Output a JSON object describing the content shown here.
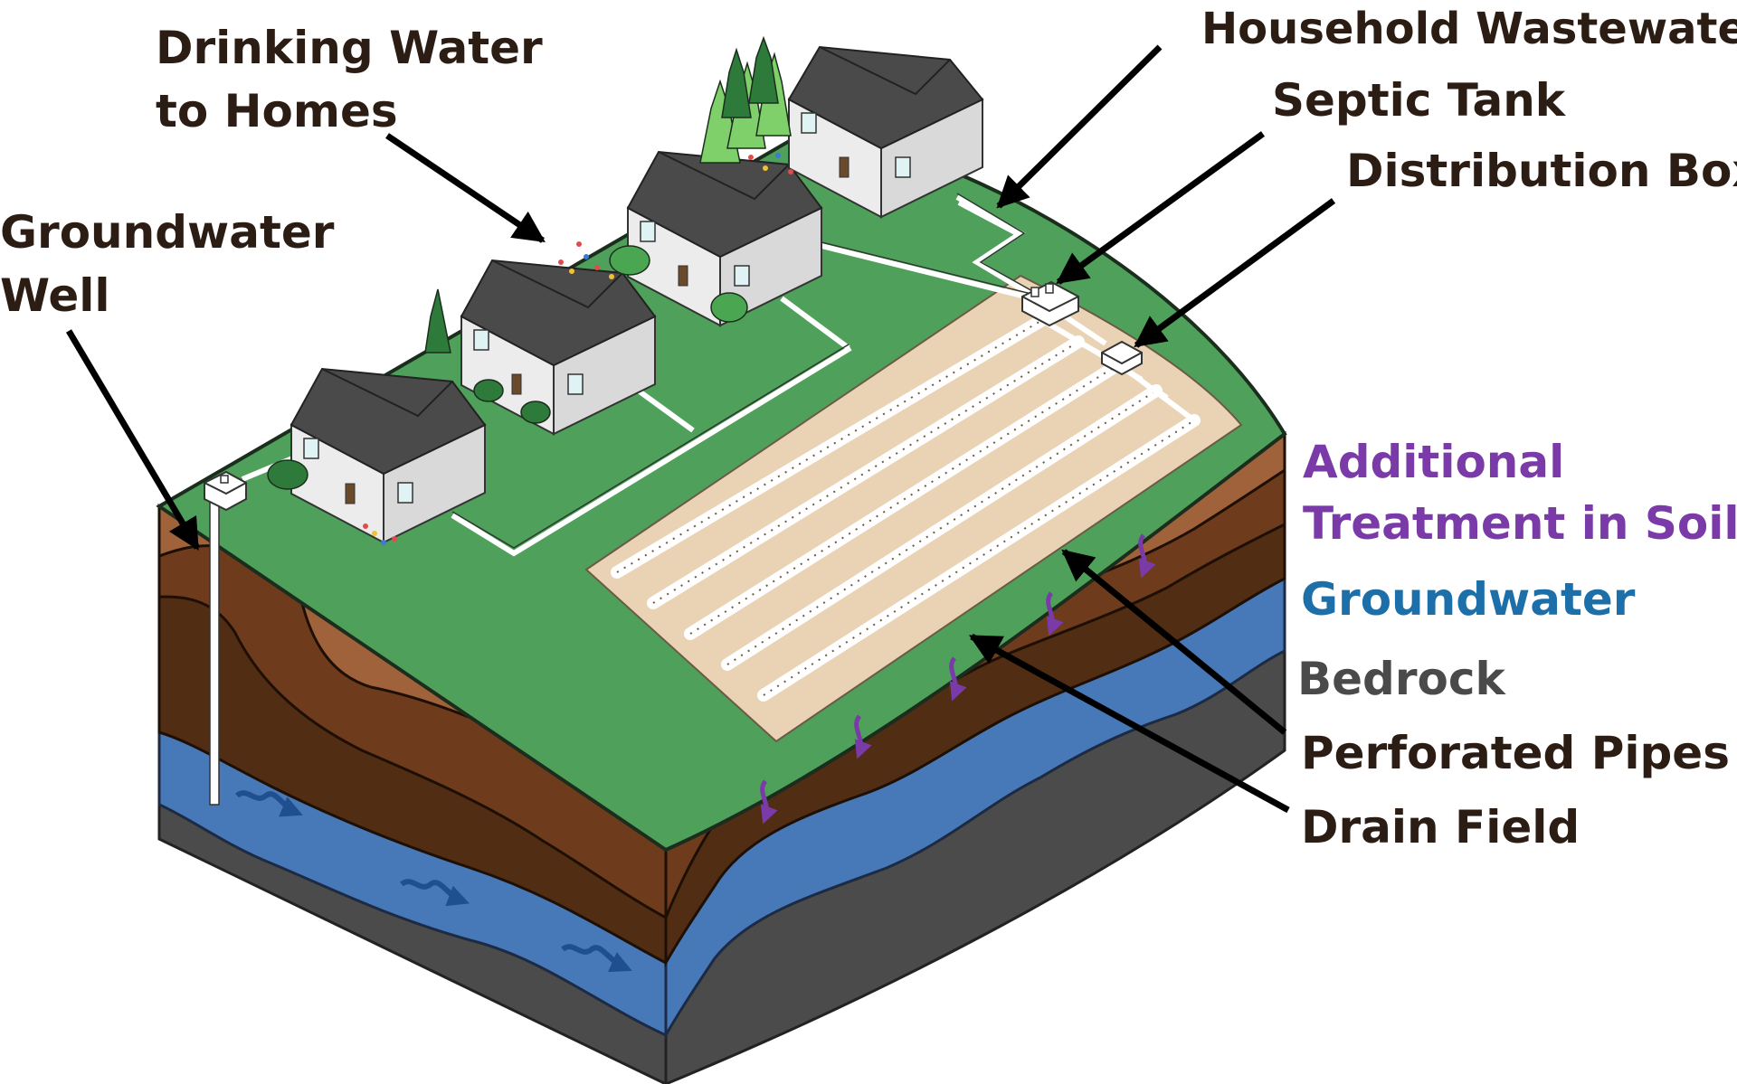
{
  "labels": {
    "drinking_water_line1": "Drinking Water",
    "drinking_water_line2": "to Homes",
    "groundwater_well_line1": "Groundwater",
    "groundwater_well_line2": "Well",
    "household_wastewater": "Household Wastewater",
    "septic_tank": "Septic Tank",
    "distribution_box": "Distribution Box",
    "additional_treatment_line1": "Additional",
    "additional_treatment_line2": "Treatment in Soil",
    "groundwater": "Groundwater",
    "bedrock": "Bedrock",
    "perforated_pipes": "Perforated Pipes",
    "drain_field": "Drain Field"
  },
  "colors": {
    "text_dark": "#2b1d14",
    "treatment_purple": "#7a3aa8",
    "groundwater_blue": "#1c6fa8",
    "bedrock_gray": "#4a4a4a",
    "grass": "#4fa05a",
    "drain_field": "#ead3b4",
    "soil_light": "#a0623a",
    "soil_mid": "#6e3c1c",
    "soil_dark": "#512d14",
    "water": "#4778b8",
    "bedrock": "#4b4b4b",
    "roof": "#4a4a4a",
    "siding": "#ececec"
  }
}
